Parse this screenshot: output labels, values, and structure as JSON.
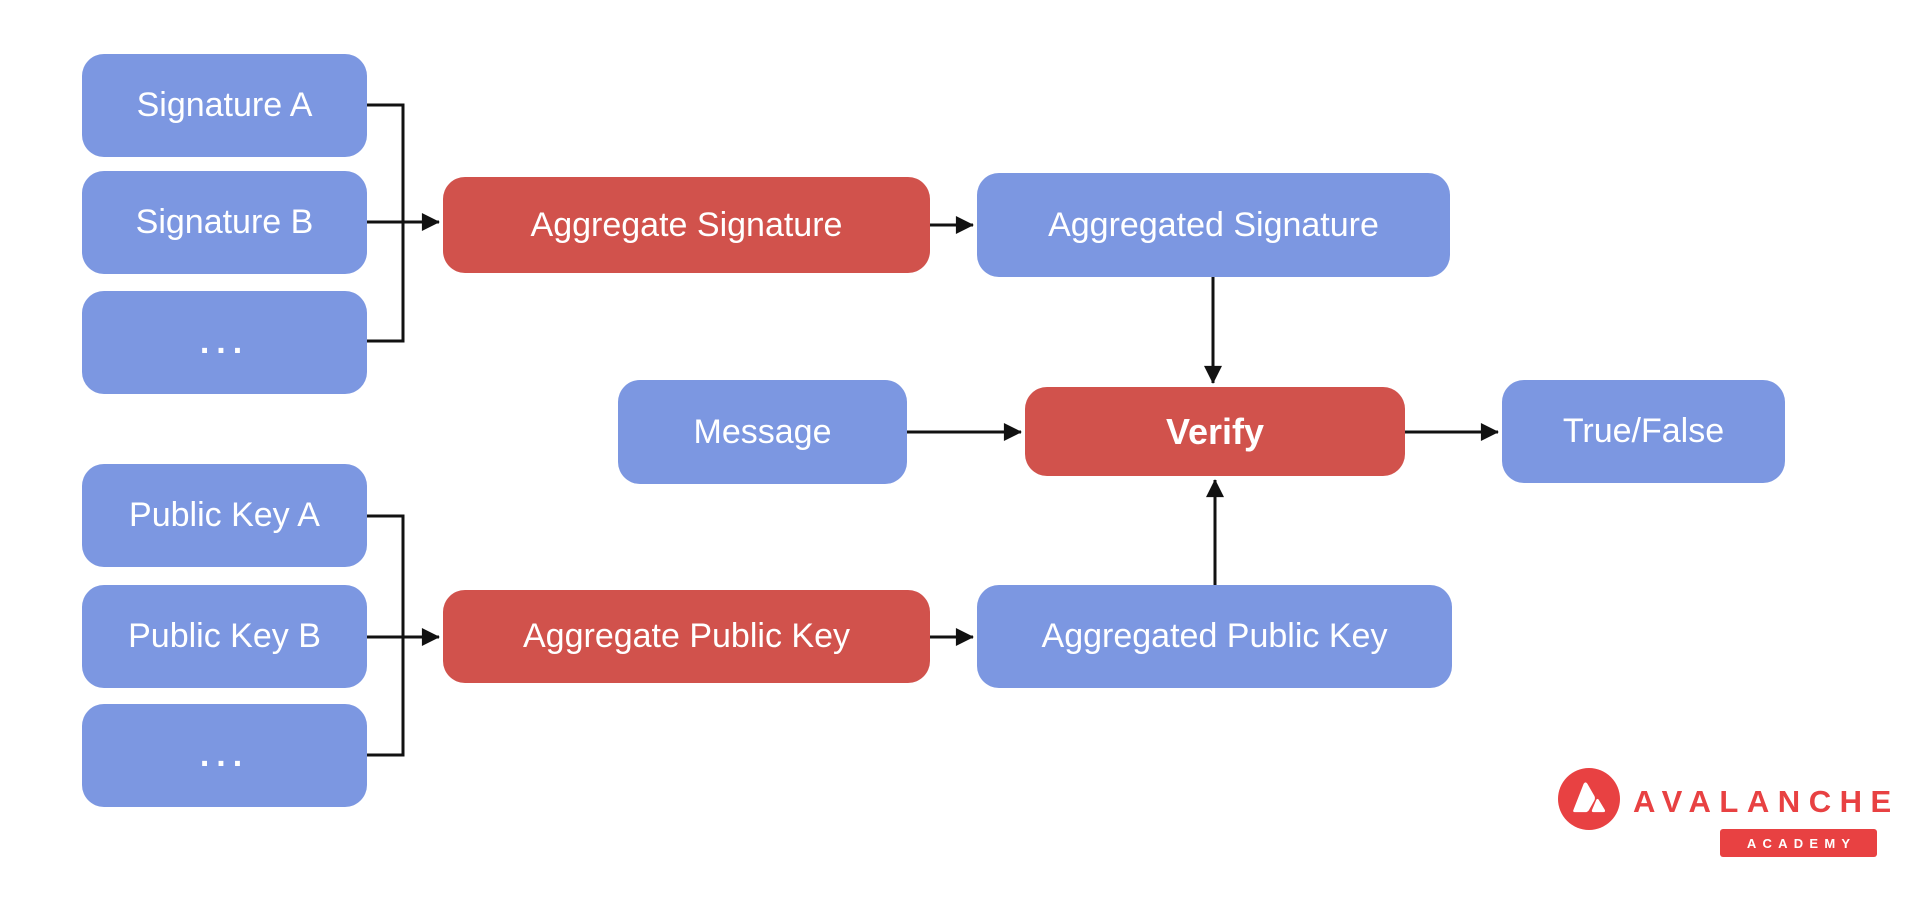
{
  "diagram": {
    "colors": {
      "node_blue": "#7C97E1",
      "node_red": "#D1524C",
      "arrow_black": "#111111",
      "brand_red": "#E84142"
    },
    "nodes": {
      "signature_a": "Signature A",
      "signature_b": "Signature B",
      "signature_more": "...",
      "aggregate_signature": "Aggregate Signature",
      "aggregated_signature": "Aggregated Signature",
      "message": "Message",
      "verify": "Verify",
      "true_false": "True/False",
      "public_key_a": "Public Key A",
      "public_key_b": "Public Key B",
      "public_key_more": "...",
      "aggregate_public_key": "Aggregate Public Key",
      "aggregated_public_key": "Aggregated Public Key"
    },
    "logo": {
      "brand": "AVALANCHE",
      "badge": "ACADEMY"
    }
  }
}
